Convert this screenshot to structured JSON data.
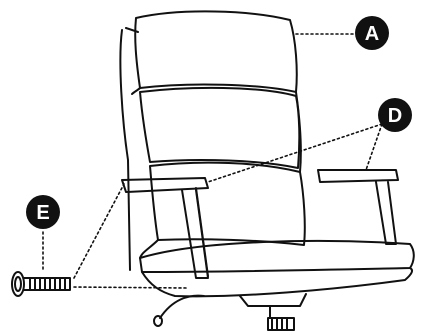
{
  "diagram": {
    "parts": [
      {
        "id": "A",
        "label": "A",
        "part": "backrest-and-seat"
      },
      {
        "id": "D",
        "label": "D",
        "part": "armrests"
      },
      {
        "id": "E",
        "label": "E",
        "part": "screw"
      }
    ],
    "colors": {
      "line": "#111111",
      "badge_fill": "#111111",
      "badge_text": "#ffffff",
      "background": "#ffffff"
    }
  }
}
